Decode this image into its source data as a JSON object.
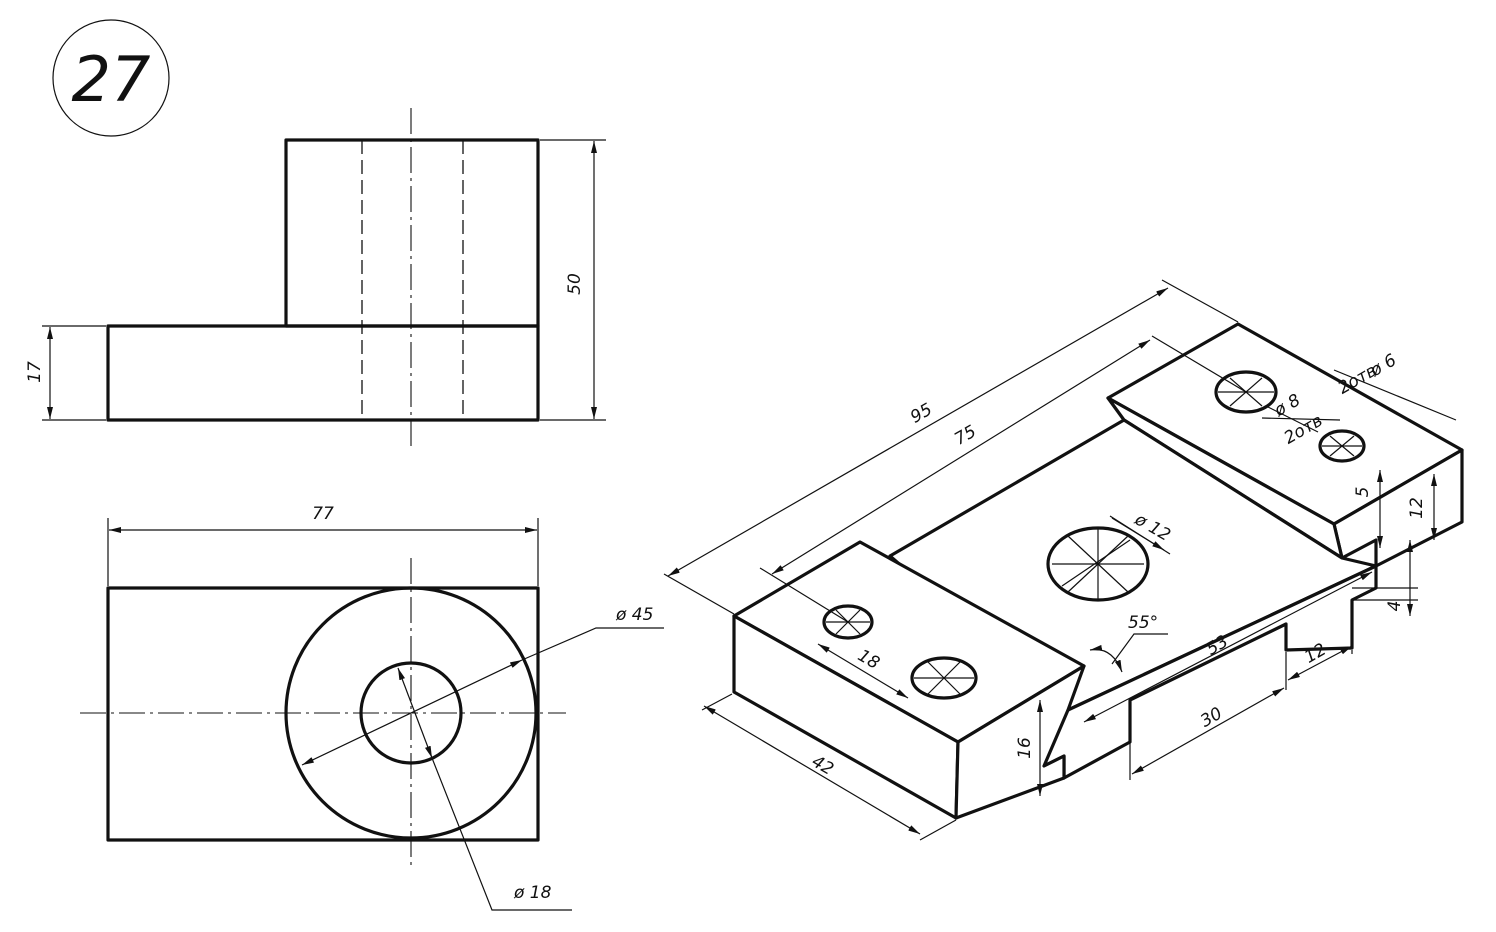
{
  "sheet_number": "27",
  "front_view": {
    "dim_height_total": "50",
    "dim_height_base": "17"
  },
  "top_view": {
    "dim_width": "77",
    "dim_outer_diameter": "ø 45",
    "dim_inner_diameter": "ø 18"
  },
  "isometric_view": {
    "dim_length_total": "95",
    "dim_length_inner": "75",
    "dim_hole_spacing": "18",
    "dim_width": "42",
    "dim_center_hole": "ø 12",
    "dim_angle": "55°",
    "dim_slot_length": "53",
    "dim_groove_width": "12",
    "dim_groove_length": "30",
    "dim_step_height": "16",
    "dim_small_hole_dia": "ø 6",
    "dim_small_hole_count": "2отв",
    "dim_mid_hole_dia": "ø 8",
    "dim_mid_hole_count": "2отв",
    "dim_depth_5": "5",
    "dim_height_12": "12",
    "dim_depth_4": "4"
  }
}
